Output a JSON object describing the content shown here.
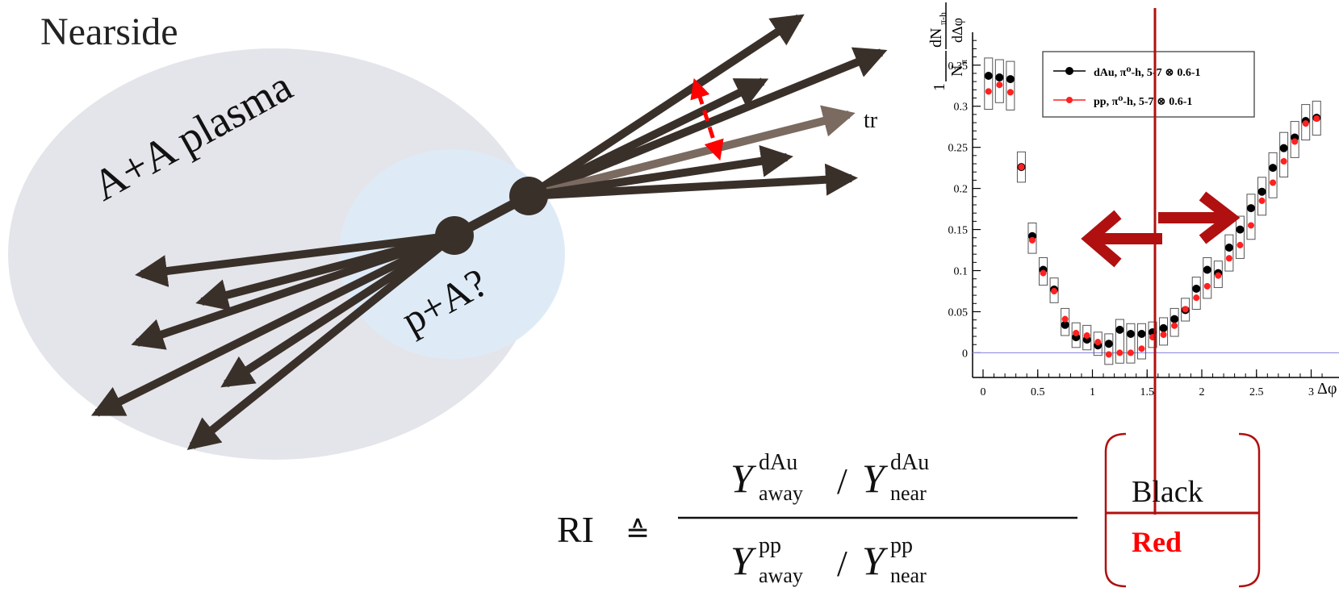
{
  "diagram": {
    "nearside_label": "Nearside",
    "aa_label": "A+A plasma",
    "pa_label": "p+A?",
    "truncated_label": "tr"
  },
  "chart_data": {
    "type": "scatter",
    "title": "",
    "xlabel": "Δφ",
    "ylabel_numerator": "dN",
    "ylabel_numerator_sub": "π-h",
    "ylabel_denominator": "N",
    "ylabel_denominator_sub": "π",
    "ylabel_dphi": "dΔφ",
    "ylabel_one": "1",
    "xlim": [
      0,
      3.14
    ],
    "ylim": [
      -0.03,
      0.39
    ],
    "x_ticks": [
      {
        "v": 0,
        "label": "0"
      },
      {
        "v": 0.5,
        "label": "0.5"
      },
      {
        "v": 1,
        "label": "1"
      },
      {
        "v": 1.5,
        "label": "1.5"
      },
      {
        "v": 2,
        "label": "2"
      },
      {
        "v": 2.5,
        "label": "2.5"
      },
      {
        "v": 3,
        "label": "3"
      }
    ],
    "y_ticks": [
      {
        "v": 0,
        "label": "0"
      },
      {
        "v": 0.05,
        "label": "0.05"
      },
      {
        "v": 0.1,
        "label": "0.1"
      },
      {
        "v": 0.15,
        "label": "0.15"
      },
      {
        "v": 0.2,
        "label": "0.2"
      },
      {
        "v": 0.25,
        "label": "0.25"
      },
      {
        "v": 0.3,
        "label": "0.3"
      },
      {
        "v": 0.35,
        "label": "0.35"
      }
    ],
    "legend_position": "top-left",
    "baseline_y": 0,
    "series": [
      {
        "name": "dAu, π⁰-h, 5-7 ⊗ 0.6-1",
        "color": "#000000",
        "x": [
          0.05,
          0.15,
          0.25,
          0.35,
          0.45,
          0.55,
          0.65,
          0.75,
          0.85,
          0.95,
          1.05,
          1.15,
          1.25,
          1.35,
          1.45,
          1.55,
          1.65,
          1.75,
          1.85,
          1.95,
          2.05,
          2.15,
          2.25,
          2.35,
          2.45,
          2.55,
          2.65,
          2.75,
          2.85,
          2.95,
          3.05
        ],
        "y": [
          0.337,
          0.335,
          0.333,
          0.226,
          0.142,
          0.101,
          0.077,
          0.034,
          0.019,
          0.016,
          0.009,
          0.011,
          0.028,
          0.023,
          0.023,
          0.025,
          0.03,
          0.041,
          0.052,
          0.078,
          0.101,
          0.097,
          0.128,
          0.15,
          0.176,
          0.196,
          0.225,
          0.249,
          0.262,
          0.282,
          0.286
        ]
      },
      {
        "name": "pp,    π⁰-h, 5-7 ⊗ 0.6-1",
        "color": "#ff2020",
        "x": [
          0.05,
          0.15,
          0.25,
          0.35,
          0.45,
          0.55,
          0.65,
          0.75,
          0.85,
          0.95,
          1.05,
          1.15,
          1.25,
          1.35,
          1.45,
          1.55,
          1.65,
          1.75,
          1.85,
          1.95,
          2.05,
          2.15,
          2.25,
          2.35,
          2.45,
          2.55,
          2.65,
          2.75,
          2.85,
          2.95,
          3.05
        ],
        "y": [
          0.318,
          0.326,
          0.317,
          0.226,
          0.137,
          0.097,
          0.075,
          0.041,
          0.024,
          0.021,
          0.013,
          -0.002,
          0.0,
          0.0,
          0.005,
          0.019,
          0.022,
          0.033,
          0.053,
          0.067,
          0.081,
          0.094,
          0.115,
          0.131,
          0.155,
          0.185,
          0.207,
          0.233,
          0.257,
          0.279,
          0.285
        ]
      }
    ]
  },
  "formula": {
    "lhs": "RI",
    "relation": "≙",
    "Y": "Y",
    "sup_dau": "dAu",
    "sup_pp": "pp",
    "sub_away": "away",
    "sub_near": "near",
    "slash": "/"
  },
  "ratio_box": {
    "numerator": "Black",
    "denominator": "Red"
  }
}
